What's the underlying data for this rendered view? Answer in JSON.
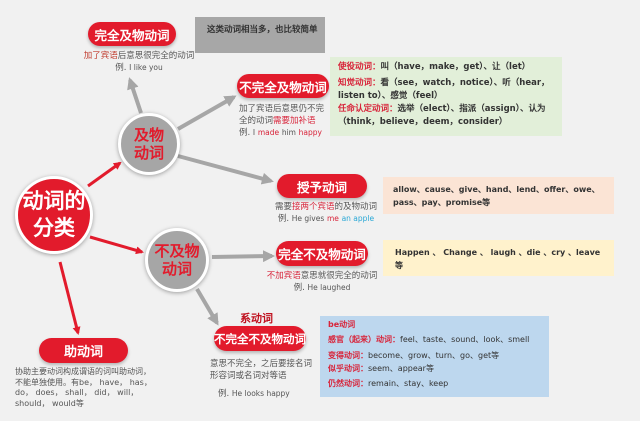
{
  "title": "动词的分类",
  "colors": {
    "accent_red": "#e21b2c",
    "circle_gray": "#a6a6a6",
    "background": "#f1f1f1",
    "note_gray": "#a7a7a7",
    "green_box": "#e2efd9",
    "peach_box": "#fbe4d5",
    "yellow_box": "#fff2cc",
    "blue_box": "#bdd7ee"
  },
  "root": {
    "line1": "动词的",
    "line2": "分类"
  },
  "transitive": {
    "line1": "及物",
    "line2": "动词",
    "complete": {
      "label": "完全及物动词",
      "desc_highlight": "加了宾语",
      "desc_rest": "后意思很完全的动词",
      "example_prefix": "例.",
      "example": "I like you",
      "note": "这类动词相当多，也比较简单"
    },
    "incomplete": {
      "label": "不完全及物动词",
      "desc_line1": "加了宾语后意思仍不完",
      "desc_line2_plain": "全的动词",
      "desc_line2_highlight": "需要加补语",
      "example_prefix": "例.",
      "example_parts": [
        "I",
        "made",
        "him",
        "happy"
      ],
      "categories": [
        {
          "label": "使役动词：",
          "text": "叫（have，make，get）、让（let）"
        },
        {
          "label": "知觉动词：",
          "text": "看（see，watch，notice）、听（hear，listen to）、感觉（feel）"
        },
        {
          "label": "任命认定动词：",
          "text": "选举（elect）、指派（assign）、认为（think，believe，deem，consider）"
        }
      ]
    },
    "ditransitive": {
      "label": "授予动词",
      "desc_plain1": "需要",
      "desc_highlight": "接两个宾语",
      "desc_plain2": "的及物动词",
      "example_prefix": "例.",
      "example_parts": [
        "He gives",
        "me",
        "an apple"
      ],
      "words": "allow、cause、give、hand、lend、offer、owe、pass、pay、promise等"
    }
  },
  "intransitive": {
    "line1": "不及物",
    "line2": "动词",
    "complete": {
      "label": "完全不及物动词",
      "desc_highlight": "不加宾语",
      "desc_rest": "意思就很完全的动词",
      "example_prefix": "例.",
      "example": "He laughed",
      "words": "Happen 、 Change 、 laugh 、die 、cry 、leave等"
    },
    "linking": {
      "tag": "系动词",
      "label": "不完全不及物动词",
      "desc_line1": "意思不完全，之后要接名词",
      "desc_line2": "形容词或名词对等语",
      "example_prefix": "例.",
      "example": "He looks happy",
      "categories": [
        {
          "label": "be动词",
          "text": ""
        },
        {
          "label": "感官（起来）动词：",
          "text": "feel、taste、sound、look、smell"
        },
        {
          "label": "变得动词：",
          "text": "become、grow、turn、go、get等"
        },
        {
          "label": "似乎动词：",
          "text": "seem、appear等"
        },
        {
          "label": "仍然动词：",
          "text": "remain、stay、keep"
        }
      ]
    }
  },
  "auxiliary": {
    "label": "助动词",
    "desc_line1": "协助主要动词构成谓语的词叫助动词，",
    "desc_line2": "不能单独使用。有be， have， has，",
    "desc_line3": "do， does， shall， did， will，",
    "desc_line4": "should， would等"
  }
}
